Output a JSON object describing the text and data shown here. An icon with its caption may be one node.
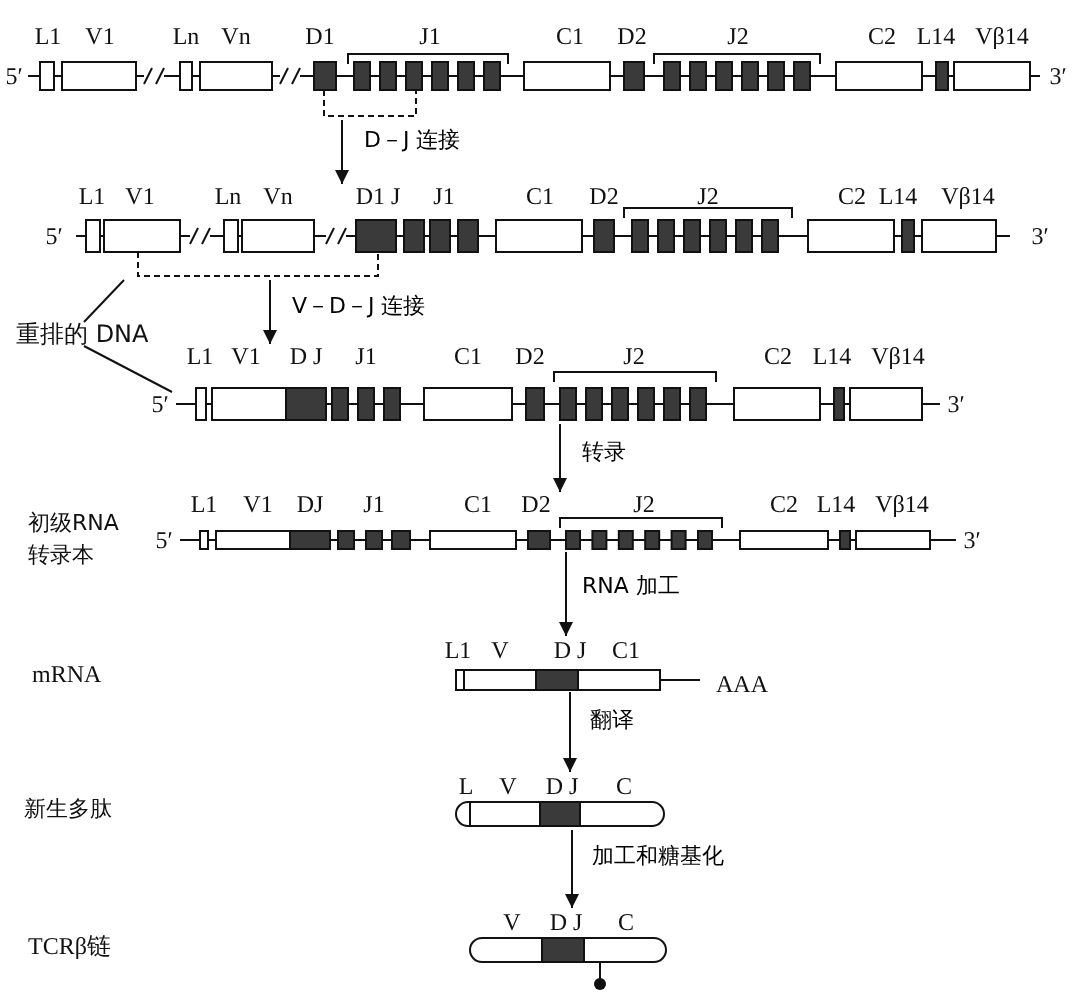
{
  "diagram": {
    "nodes": [
      {
        "text": [],
        "shape": "bar"
      },
      {
        "text": [],
        "shape": "bar"
      },
      {
        "text": [
          "重排的 DNA"
        ]
      },
      {
        "text": [],
        "shape": "bar"
      },
      {
        "text": [],
        "shape": "bar"
      },
      {
        "text": [],
        "shape": "bar"
      },
      {
        "text": [],
        "shape": "bar"
      },
      {
        "text": [],
        "shape": "bar"
      }
    ],
    "edges": [
      {
        "from": 0,
        "to": 1,
        "arrow": "to",
        "label": "D－J 连接"
      },
      {
        "from": 1,
        "to": 3,
        "arrow": "to",
        "label": "V－D－J 连接"
      },
      {
        "from": 2,
        "to": 1,
        "arrow": "none"
      },
      {
        "from": 2,
        "to": 3,
        "arrow": "none"
      },
      {
        "from": 3,
        "to": 4,
        "arrow": "to",
        "label": "转录"
      },
      {
        "from": 4,
        "to": 5,
        "arrow": "to",
        "label": "RNA 加工"
      },
      {
        "from": 5,
        "to": 6,
        "arrow": "to",
        "label": "翻译"
      },
      {
        "from": 6,
        "to": 7,
        "arrow": "to",
        "label": "加工和糖基化"
      }
    ],
    "labels": [
      "L1",
      "V1",
      "Ln",
      "Vn",
      "D1",
      "J1",
      "C1",
      "D2",
      "J2",
      "C2",
      "L14",
      "Vβ14",
      "5′",
      "3′",
      "L1",
      "V1",
      "Ln",
      "Vn",
      "D1 J",
      "J1",
      "C1",
      "D2",
      "J2",
      "C2",
      "L14",
      "Vβ14",
      "5′",
      "3′",
      "L1",
      "V1",
      "D J",
      "J1",
      "C1",
      "D2",
      "J2",
      "C2",
      "L14",
      "Vβ14",
      "5′",
      "3′",
      "初级RNA转录本",
      "L1",
      "V1",
      "DJ",
      "J1",
      "C1",
      "D2",
      "J2",
      "C2",
      "L14",
      "Vβ14",
      "5′",
      "3′",
      "mRNA",
      "L1",
      "V",
      "D J",
      "C1",
      "AAA",
      "新生多肽",
      "L",
      "V",
      "D J",
      "C",
      "TCRβ链",
      "V",
      "D J",
      "C"
    ]
  }
}
